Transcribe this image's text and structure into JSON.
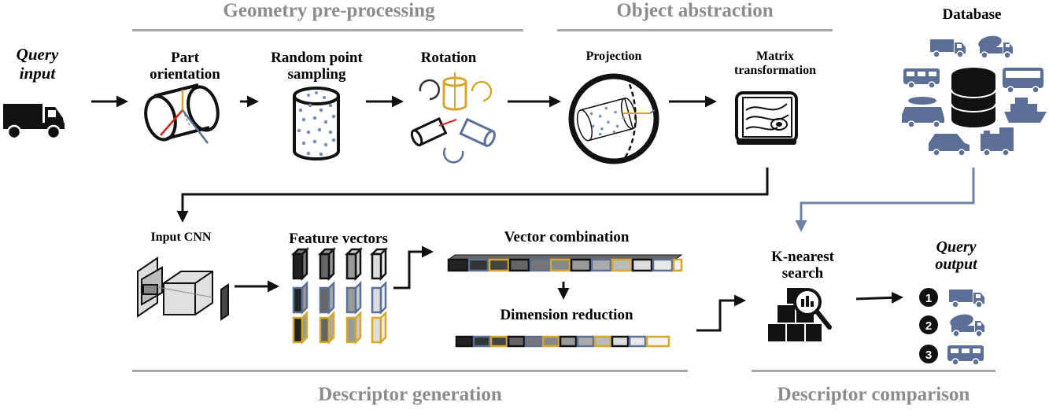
{
  "sections": {
    "geometry_preprocessing": "Geometry pre-processing",
    "object_abstraction": "Object abstraction",
    "descriptor_generation": "Descriptor generation",
    "descriptor_comparison": "Descriptor comparison"
  },
  "labels": {
    "query_input_line1": "Query",
    "query_input_line2": "input",
    "part_orientation_line1": "Part",
    "part_orientation_line2": "orientation",
    "random_sampling_line1": "Random point",
    "random_sampling_line2": "sampling",
    "rotation": "Rotation",
    "projection": "Projection",
    "matrix_line1": "Matrix",
    "matrix_line2": "transformation",
    "database": "Database",
    "input_cnn": "Input CNN",
    "feature_vectors": "Feature vectors",
    "vector_combination": "Vector combination",
    "dimension_reduction": "Dimension reduction",
    "knn_line1": "K-nearest",
    "knn_line2": "search",
    "query_output_line1": "Query",
    "query_output_line2": "output"
  },
  "results": [
    "1",
    "2",
    "3"
  ],
  "colors": {
    "section_gray": "#8c8c8c",
    "rule_gray": "#a6a6a6",
    "accent_blue": "#5b6f97",
    "accent_gold": "#d4a82a",
    "dark": "#1a1a1a",
    "mid_gray": "#8a8a8a",
    "light_gray": "#c8c8c8",
    "dot_blue": "#7b8fb5",
    "red_axis": "#d0251f"
  },
  "icons": [
    "dump-truck-icon",
    "cylinder-icon",
    "rotation-icon",
    "projection-icon",
    "blueprint-icon",
    "database-icon",
    "cnn-icon",
    "magnifier-icon"
  ]
}
